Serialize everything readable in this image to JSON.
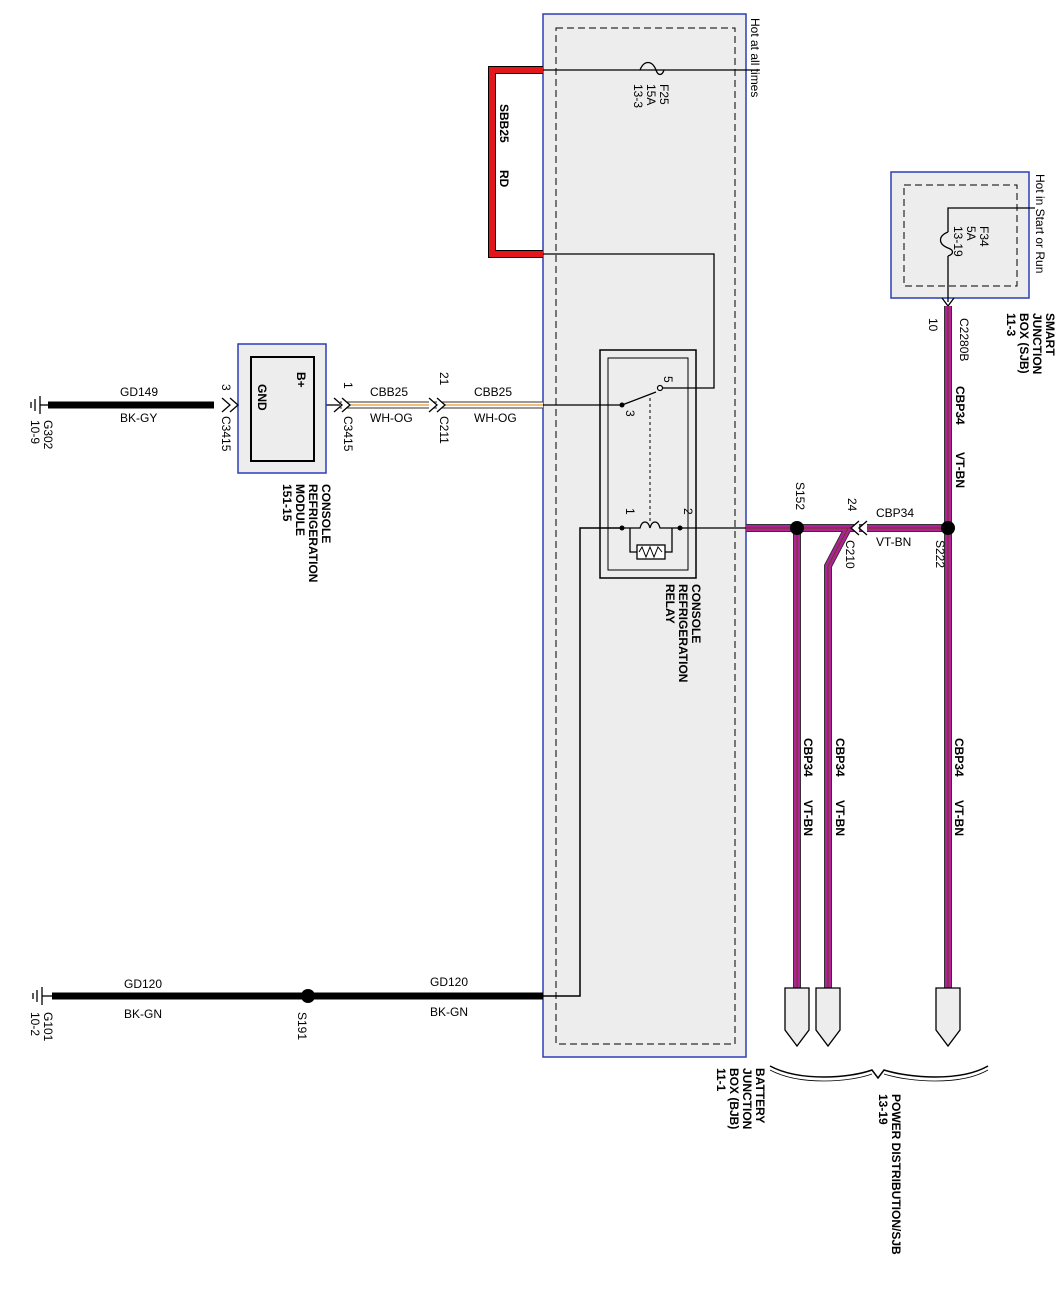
{
  "bjb": {
    "hot_label": "Hot at all times",
    "title": [
      "BATTERY",
      "JUNCTION",
      "BOX (BJB)",
      "11-1"
    ]
  },
  "sjb": {
    "hot_label": "Hot in Start or Run",
    "title": [
      "SMART",
      "JUNCTION",
      "BOX (SJB)",
      "11-3"
    ],
    "connector": "C2280B",
    "pin": "10"
  },
  "fuses": {
    "f25": [
      "F25",
      "15A",
      "13-3"
    ],
    "f34": [
      "F34",
      "5A",
      "13-19"
    ]
  },
  "sbb25": {
    "circuit": "SBB25",
    "color": "RD"
  },
  "relay": {
    "title": [
      "CONSOLE",
      "REFRIGERATION",
      "RELAY"
    ],
    "pins": {
      "p1": "1",
      "p2": "2",
      "p3": "3",
      "p5": "5"
    }
  },
  "module": {
    "title": [
      "CONSOLE",
      "REFRIGERATION",
      "MODULE",
      "151-15"
    ],
    "bplus": "B+",
    "gnd": "GND"
  },
  "wires": {
    "gd149": {
      "circuit": "GD149",
      "color": "BK-GY"
    },
    "cbb25_a": {
      "circuit": "CBB25",
      "color": "WH-OG"
    },
    "cbb25_b": {
      "circuit": "CBB25",
      "color": "WH-OG"
    },
    "gd120_a": {
      "circuit": "GD120",
      "color": "BK-GN"
    },
    "gd120_b": {
      "circuit": "GD120",
      "color": "BK-GN"
    },
    "cbp34_sjb": {
      "circuit": "CBP34",
      "color": "VT-BN"
    },
    "cbp34_h": {
      "circuit": "CBP34",
      "color": "VT-BN"
    },
    "cbp34_v1": {
      "circuit": "CBP34",
      "color": "VT-BN"
    },
    "cbp34_v2": {
      "circuit": "CBP34",
      "color": "VT-BN"
    },
    "cbp34_v3": {
      "circuit": "CBP34",
      "color": "VT-BN"
    }
  },
  "connectors": {
    "c3415_gnd": {
      "name": "C3415",
      "pin": "3"
    },
    "c3415_b": {
      "name": "C3415",
      "pin": "1"
    },
    "c211": {
      "name": "C211",
      "pin": "21"
    },
    "c210": {
      "name": "C210",
      "pin": "24"
    }
  },
  "splices": {
    "s152": "S152",
    "s222": "S222",
    "s191": "S191"
  },
  "grounds": {
    "g302": {
      "name": "G302",
      "ref": "10-9"
    },
    "g101": {
      "name": "G101",
      "ref": "10-2"
    }
  },
  "power_distribution": {
    "label": "POWER DISTRIBUTION/SJB",
    "ref": "13-19"
  },
  "colors": {
    "red_wire": "#e3161b",
    "violet_wire": "#b0219a",
    "brown_stripe": "#6d3a16",
    "white_orange": "#f0a54a",
    "box_fill": "#ededed",
    "box_border": "#2b3fb8",
    "ground_wire": "#000000"
  }
}
